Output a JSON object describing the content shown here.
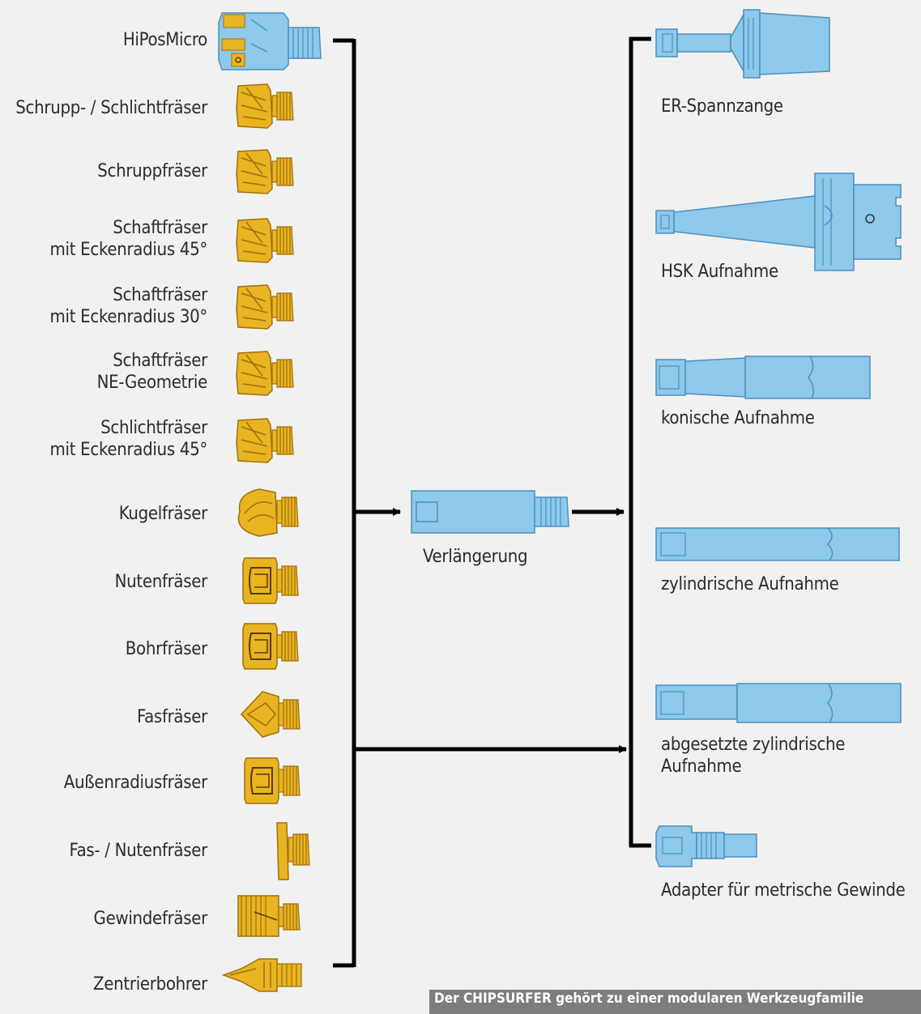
{
  "left_tools": [
    {
      "line1": "HiPosMicro",
      "line2": ""
    },
    {
      "line1": "Schrupp- / Schlichtfräser",
      "line2": ""
    },
    {
      "line1": "Schruppfräser",
      "line2": ""
    },
    {
      "line1": "Schaftfräser",
      "line2": "mit Eckenradius 45°"
    },
    {
      "line1": "Schaftfräser",
      "line2": "mit Eckenradius 30°"
    },
    {
      "line1": "Schaftfräser",
      "line2": "NE-Geometrie"
    },
    {
      "line1": "Schlichtfräser",
      "line2": "mit Eckenradius 45°"
    },
    {
      "line1": "Kugelfräser",
      "line2": ""
    },
    {
      "line1": "Nutenfräser",
      "line2": ""
    },
    {
      "line1": "Bohrfräser",
      "line2": ""
    },
    {
      "line1": "Fasfräser",
      "line2": ""
    },
    {
      "line1": "Außenradiusfräser",
      "line2": ""
    },
    {
      "line1": "Fas- / Nutenfräser",
      "line2": ""
    },
    {
      "line1": "Gewindefräser",
      "line2": ""
    },
    {
      "line1": "Zentrierbohrer",
      "line2": ""
    }
  ],
  "middle": {
    "label": "Verlängerung"
  },
  "right_holders": [
    {
      "line1": "ER-Spannzange",
      "line2": ""
    },
    {
      "line1": "HSK Aufnahme",
      "line2": ""
    },
    {
      "line1": "konische Aufnahme",
      "line2": ""
    },
    {
      "line1": "zylindrische Aufnahme",
      "line2": ""
    },
    {
      "line1": "abgesetzte zylindrische",
      "line2": "Aufnahme"
    },
    {
      "line1": "Adapter für metrische Gewinde",
      "line2": ""
    }
  ],
  "caption": "Der CHIPSURFER gehört zu einer modularen Werkzeugfamilie",
  "colors": {
    "gold": "#e9b422",
    "gold_dark": "#b8860b",
    "blue": "#8ec8ea",
    "blue_dark": "#4a90c0",
    "line": "#000000"
  }
}
